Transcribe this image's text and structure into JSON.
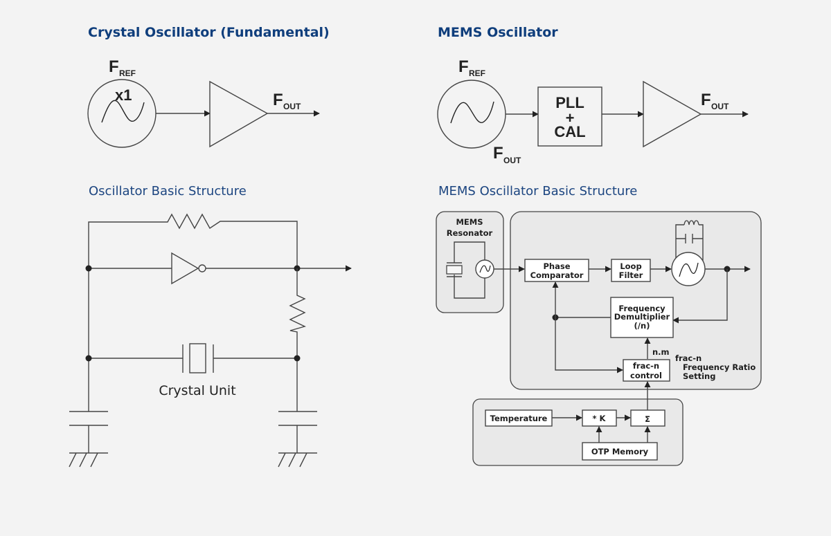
{
  "left": {
    "title": "Crystal Oscillator (Fundamental)",
    "fref": {
      "main": "F",
      "sub": "REF"
    },
    "multiplier": "x1",
    "fout": {
      "main": "F",
      "sub": "OUT"
    },
    "subtitle": "Oscillator Basic Structure",
    "crystal_label": "Crystal Unit"
  },
  "right": {
    "title": "MEMS Oscillator",
    "fref": {
      "main": "F",
      "sub": "REF"
    },
    "fout_osc": {
      "main": "F",
      "sub": "OUT"
    },
    "pll": {
      "line1": "PLL",
      "line2": "+",
      "line3": "CAL"
    },
    "fout": {
      "main": "F",
      "sub": "OUT"
    },
    "subtitle": "MEMS Oscillator Basic Structure",
    "resonator": {
      "line1": "MEMS",
      "line2": "Resonator"
    },
    "phase_comparator": {
      "line1": "Phase",
      "line2": "Comparator"
    },
    "loop_filter": {
      "line1": "Loop",
      "line2": "Filter"
    },
    "demultiplier": {
      "line1": "Frequency",
      "line2": "Demultiplier",
      "line3": "(/n)"
    },
    "nm_label": "n.m",
    "fracn_control": {
      "line1": "frac-n",
      "line2": "control"
    },
    "fracn_note": {
      "line1": "frac-n",
      "line2": "Frequency Ratio",
      "line3": "Setting"
    },
    "temperature": "Temperature",
    "k_block": "* K",
    "sum_block": "Σ",
    "otp_memory": "OTP Memory"
  }
}
